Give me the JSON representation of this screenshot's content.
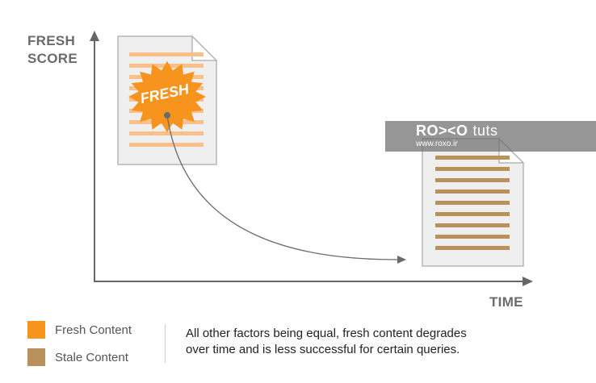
{
  "axes": {
    "y_label_lines": [
      "FRESH",
      "SCORE"
    ],
    "x_label": "TIME"
  },
  "badge": {
    "text": "FRESH"
  },
  "watermark": {
    "brand": "RO><O",
    "suffix": "tuts",
    "url": "www.roxo.ir"
  },
  "legend": [
    {
      "label": "Fresh Content",
      "color": "#f7941d"
    },
    {
      "label": "Stale Content",
      "color": "#b8925a"
    }
  ],
  "caption_lines": [
    "All other factors being equal, fresh content degrades",
    "over time and is less successful for certain queries."
  ],
  "colors": {
    "fresh_stripe": "#f9c08a",
    "stale_stripe": "#b8925a",
    "badge": "#f7941d",
    "page": "#efefef",
    "page_border": "#b5b5b5",
    "axis": "#666666",
    "curve": "#6b6b6b"
  }
}
